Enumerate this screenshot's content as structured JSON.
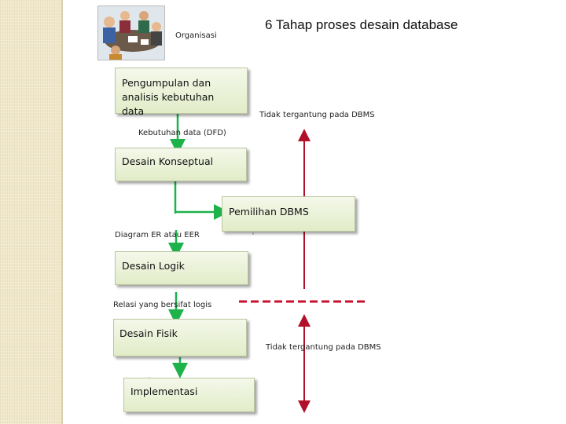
{
  "title": "6 Tahap proses desain database",
  "labels": {
    "organisasi": "Organisasi",
    "tidak_tergantung_1": "Tidak tergantung pada DBMS",
    "kebutuhan_data": "Kebutuhan data (DFD)",
    "diagram_er": "Diagram ER atau EER",
    "relasi_logis": "Relasi yang bersifat logis",
    "tidak_tergantung_2": "Tidak tergantung pada DBMS"
  },
  "steps": {
    "pengumpulan": "Pengumpulan dan analisis kebutuhan data",
    "konseptual": "Desain Konseptual",
    "pemilihan": "Pemilihan DBMS",
    "logik": "Desain Logik",
    "fisik": "Desain Fisik",
    "implementasi": "Implementasi"
  },
  "icons": {
    "photo": "meeting-people-clipart",
    "arrow_green": "arrow-down-icon",
    "arrow_red": "double-arrow-icon"
  },
  "colors": {
    "flow_arrow": "#1db24a",
    "divider": "#c8102e",
    "box_fill": "#e8f0d6",
    "sidebar": "#f1e7c9"
  }
}
